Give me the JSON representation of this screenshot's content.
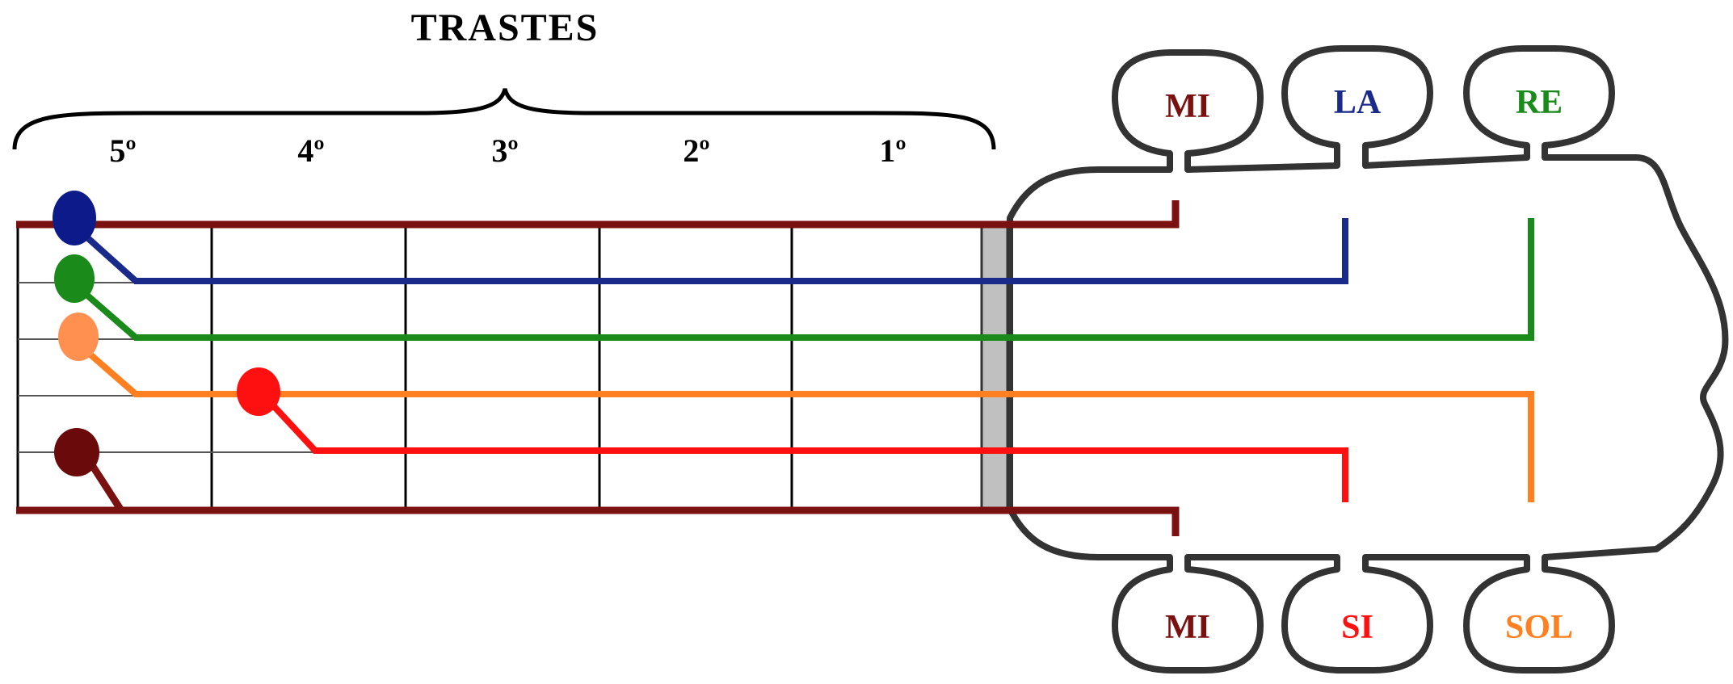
{
  "title": "TRASTES",
  "frets": [
    {
      "label": "5º"
    },
    {
      "label": "4º"
    },
    {
      "label": "3º"
    },
    {
      "label": "2º"
    },
    {
      "label": "1º"
    }
  ],
  "pegs": [
    {
      "label": "MI",
      "color": "#7a1010"
    },
    {
      "label": "LA",
      "color": "#1a2a8a"
    },
    {
      "label": "RE",
      "color": "#1a8a1a"
    },
    {
      "label": "MI",
      "color": "#7a1010"
    },
    {
      "label": "SI",
      "color": "#ff1010"
    },
    {
      "label": "SOL",
      "color": "#ff8020"
    }
  ],
  "strings": [
    {
      "name": "MI",
      "color": "#7a1010"
    },
    {
      "name": "LA",
      "color": "#1a2a8a"
    },
    {
      "name": "RE",
      "color": "#1a8a1a"
    },
    {
      "name": "SOL",
      "color": "#ff8020"
    },
    {
      "name": "SI",
      "color": "#ff1010"
    },
    {
      "name": "MI",
      "color": "#7a1010"
    }
  ],
  "finger_dots": [
    {
      "string": "MI",
      "color": "#0d1a8a"
    },
    {
      "string": "LA",
      "color": "#1a8a1a"
    },
    {
      "string": "RE",
      "color": "#ff9050"
    },
    {
      "string": "SOL",
      "color": "#ff1010"
    },
    {
      "string": "SI",
      "color": "#6b0a0a"
    }
  ],
  "nut_color": "#c0c0c0"
}
